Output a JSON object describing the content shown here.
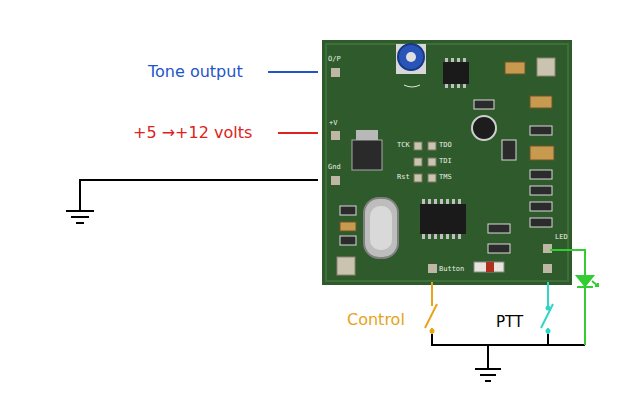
{
  "diagram": {
    "labels": [
      "Tone output",
      "+5 →+12 volts",
      "Control",
      "PTT",
      "O/P",
      "+V",
      "Gnd",
      "TCK",
      "Rst",
      "TDO",
      "TDI",
      "TMS",
      "Button",
      "LED"
    ]
  }
}
